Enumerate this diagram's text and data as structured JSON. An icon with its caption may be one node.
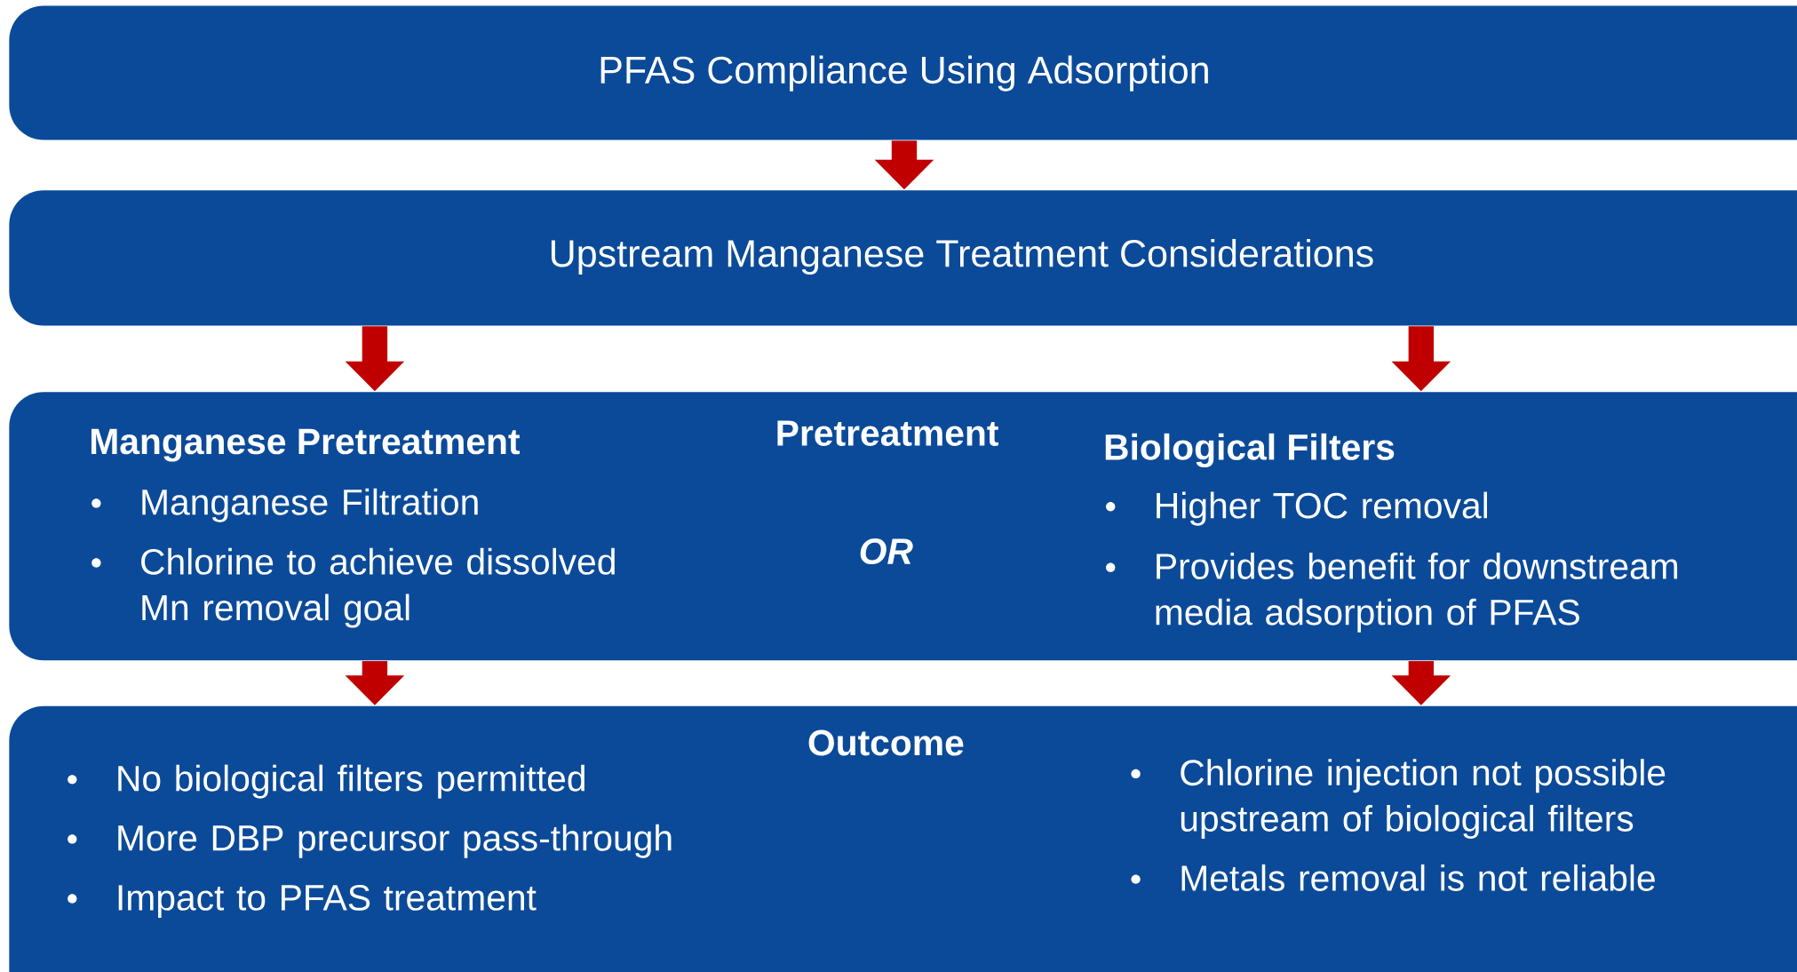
{
  "diagram": {
    "nodes": [
      {
        "text": [
          "PFAS Compliance Using Adsorption"
        ]
      },
      {
        "text": [
          "Upstream Manganese Treatment Considerations"
        ]
      },
      {
        "text": [
          "Manganese Pretreatment",
          "Manganese Filtration",
          "Chlorine to achieve dissolved Mn removal goal",
          "Pretreatment",
          "OR",
          "Biological Filters",
          "Higher TOC removal",
          "Provides benefit for downstream media adsorption of PFAS"
        ]
      },
      {
        "text": [
          "Outcome",
          "No biological filters permitted",
          "More DBP precursor pass-through",
          "Impact to PFAS treatment",
          "Chlorine injection not possible upstream of biological filters",
          "Metals removal is not reliable"
        ]
      }
    ],
    "edges": [
      {
        "from": 0,
        "to": 1,
        "arrow": "to"
      },
      {
        "from": 1,
        "to": 2,
        "arrow": "to"
      },
      {
        "from": 1,
        "to": 2,
        "arrow": "to"
      },
      {
        "from": 2,
        "to": 3,
        "arrow": "to"
      },
      {
        "from": 2,
        "to": 3,
        "arrow": "to"
      }
    ]
  }
}
